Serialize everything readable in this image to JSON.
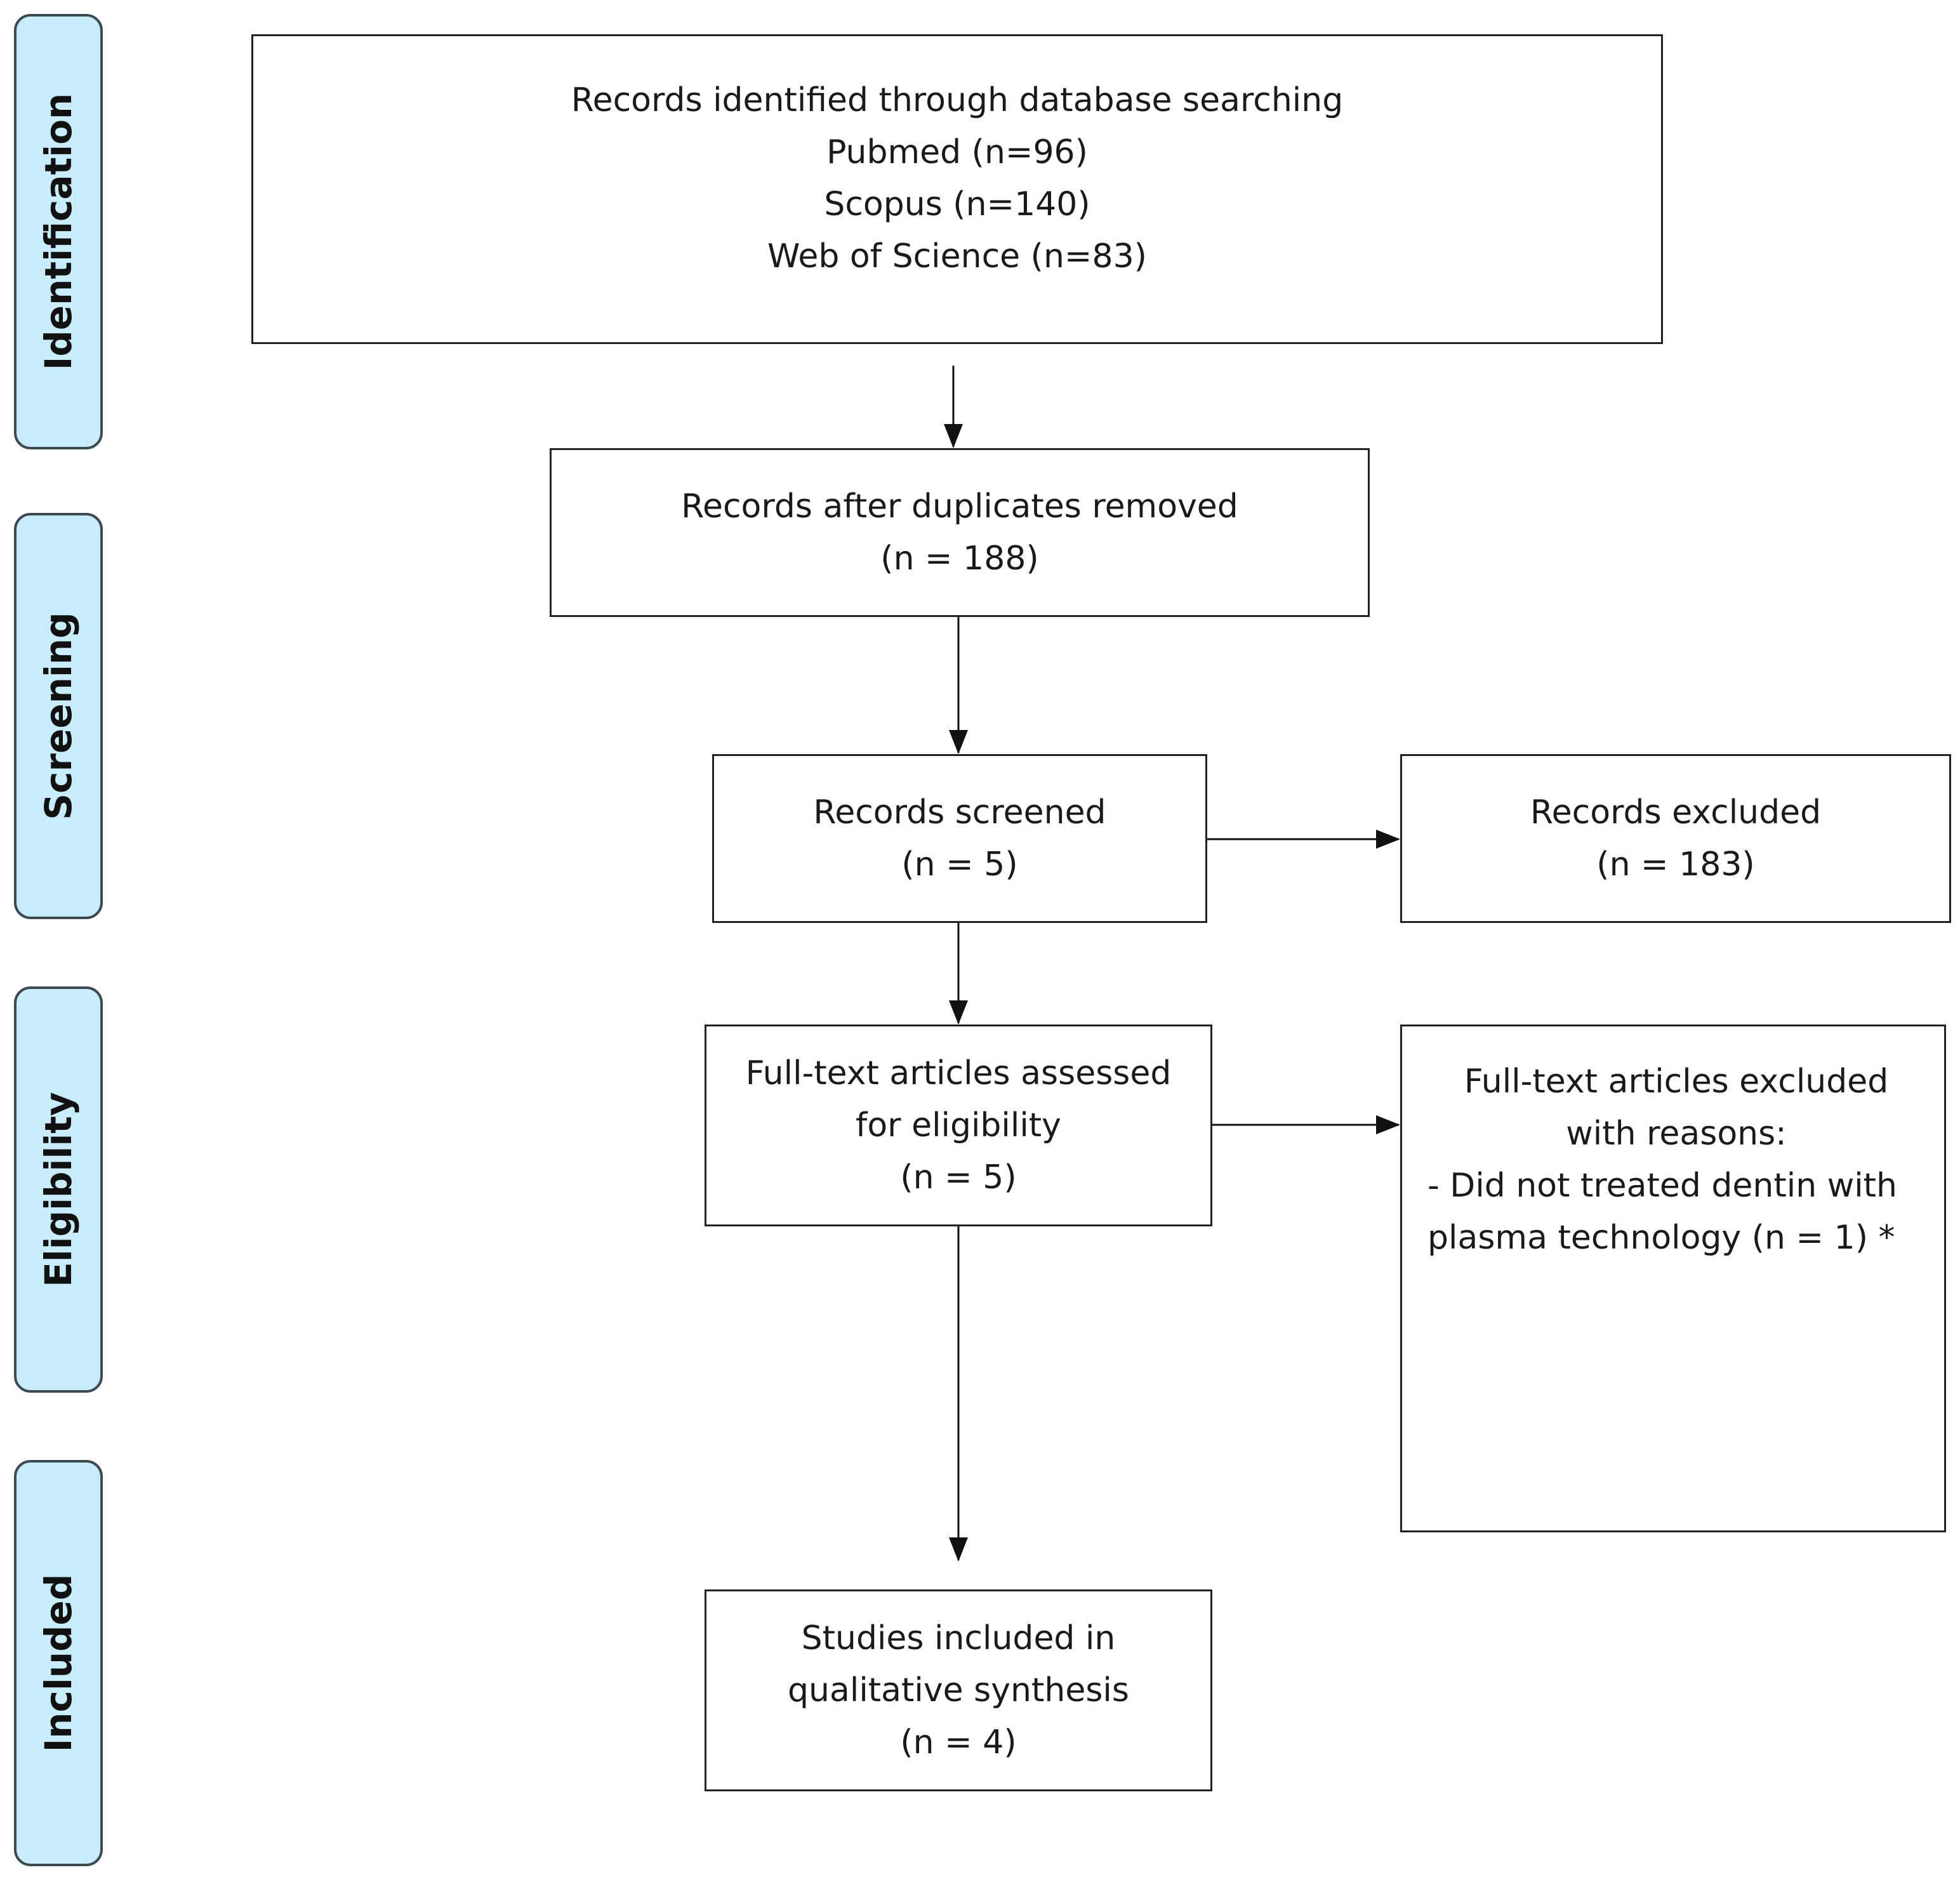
{
  "phases": {
    "identification": "Identification",
    "screening": "Screening",
    "eligibility": "Eligibility",
    "included": "Included"
  },
  "boxes": {
    "identified": {
      "title": "Records identified through database searching",
      "pubmed": "Pubmed (n=96)",
      "scopus": "Scopus (n=140)",
      "wos": "Web of Science (n=83)"
    },
    "duplicates_removed": {
      "title": "Records after duplicates removed",
      "count": "(n = 188)"
    },
    "screened": {
      "title": "Records screened",
      "count": "(n = 5)"
    },
    "excluded": {
      "title": "Records excluded",
      "count": "(n = 183)"
    },
    "fulltext_assessed": {
      "line1": "Full-text articles assessed",
      "line2": "for eligibility",
      "count": "(n = 5)"
    },
    "fulltext_excluded": {
      "line1": "Full-text articles excluded",
      "line2": "with reasons:",
      "reason1": "- Did not treated dentin with",
      "reason2": "plasma technology (n = 1) *"
    },
    "included": {
      "line1": "Studies included in",
      "line2": "qualitative synthesis",
      "count": "(n = 4)"
    }
  },
  "colors": {
    "phase_fill": "#c9ecfb",
    "phase_border": "#3d4a52",
    "box_border": "#222222"
  }
}
